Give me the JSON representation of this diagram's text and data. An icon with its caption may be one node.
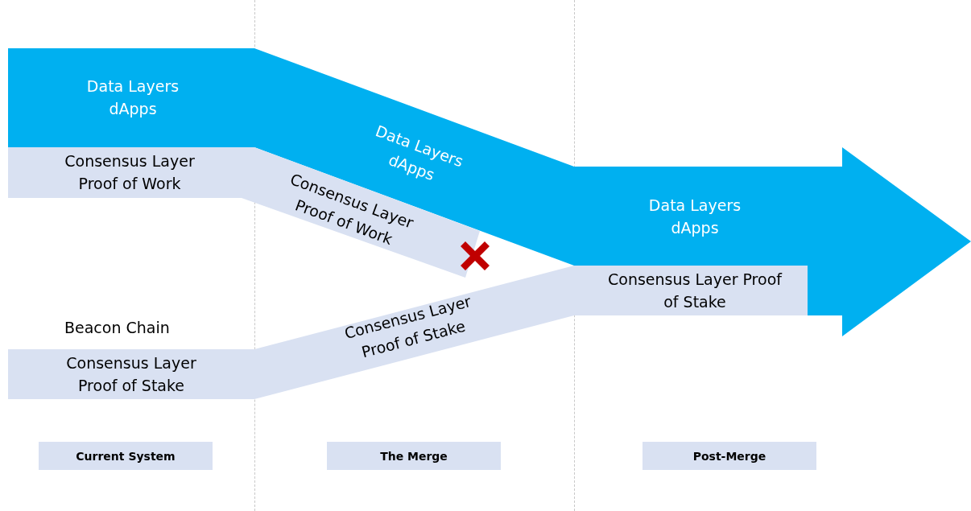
{
  "diagram": {
    "nodes": [
      {
        "text": [
          "Data Layers dApps"
        ]
      },
      {
        "text": [
          "Consensus Layer Proof of Work"
        ]
      },
      {
        "text": [
          "Beacon Chain",
          "Consensus Layer Proof of Stake"
        ]
      },
      {
        "text": [
          "Data Layers dApps"
        ]
      },
      {
        "text": [
          "Consensus Layer Proof of Work"
        ]
      },
      {
        "text": [
          "Consensus Layer Proof of Stake"
        ]
      },
      {
        "text": [
          "Data Layers dApps"
        ]
      },
      {
        "text": [
          "Consensus Layer Proof of Stake"
        ],
        "in": 6
      },
      {
        "text": [
          "Current System"
        ]
      },
      {
        "text": [
          "The Merge"
        ]
      },
      {
        "text": [
          "Post-Merge"
        ]
      }
    ]
  }
}
